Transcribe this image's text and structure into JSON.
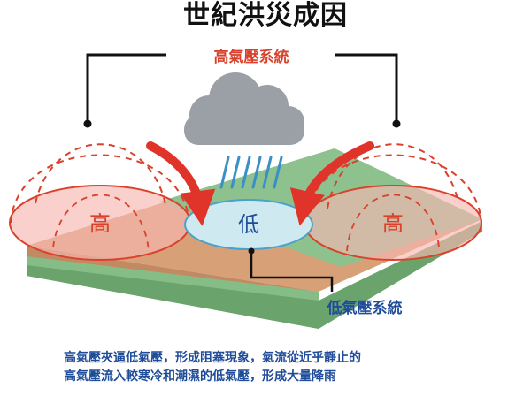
{
  "title": "世紀洪災成因",
  "labels": {
    "high_pressure_system": "高氣壓系統",
    "low_pressure_system": "低氣壓系統",
    "high_left": "高",
    "high_right": "高",
    "low_center": "低"
  },
  "caption": {
    "line1": "高氣壓夾逼低氣壓，形成阻塞現象，氣流從近乎靜止的",
    "line2": "高氣壓流入較寒冷和潮濕的低氣壓，形成大量降雨"
  },
  "colors": {
    "title": "#111111",
    "high_label": "#d9412b",
    "low_label": "#1f4c99",
    "land": "#8dc28f",
    "land_brown": "#d7a077",
    "high_zone_fill": "#f7b7b2",
    "high_zone_stroke": "#d9412b",
    "low_zone_fill": "#cfe9f1",
    "low_zone_stroke": "#4aa1c9",
    "arrow": "#e0342a",
    "rain": "#3b8fc7",
    "cloud": "#9b9fa6"
  }
}
